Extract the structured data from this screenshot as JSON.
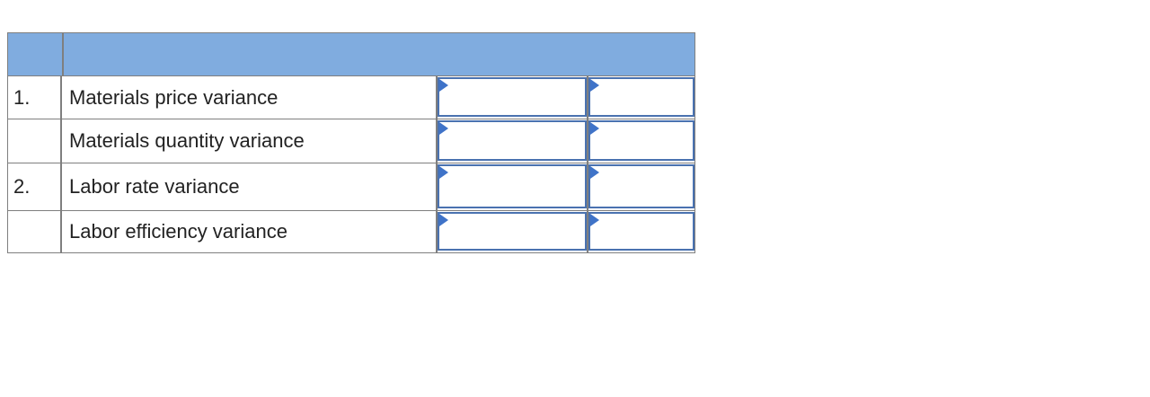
{
  "table": {
    "header": {
      "color": "#80acdf"
    },
    "rows": [
      {
        "num": "1.",
        "label": "Materials price variance"
      },
      {
        "num": "",
        "label": "Materials quantity variance"
      },
      {
        "num": "2.",
        "label": "Labor rate variance"
      },
      {
        "num": "",
        "label": "Labor efficiency variance"
      }
    ]
  }
}
